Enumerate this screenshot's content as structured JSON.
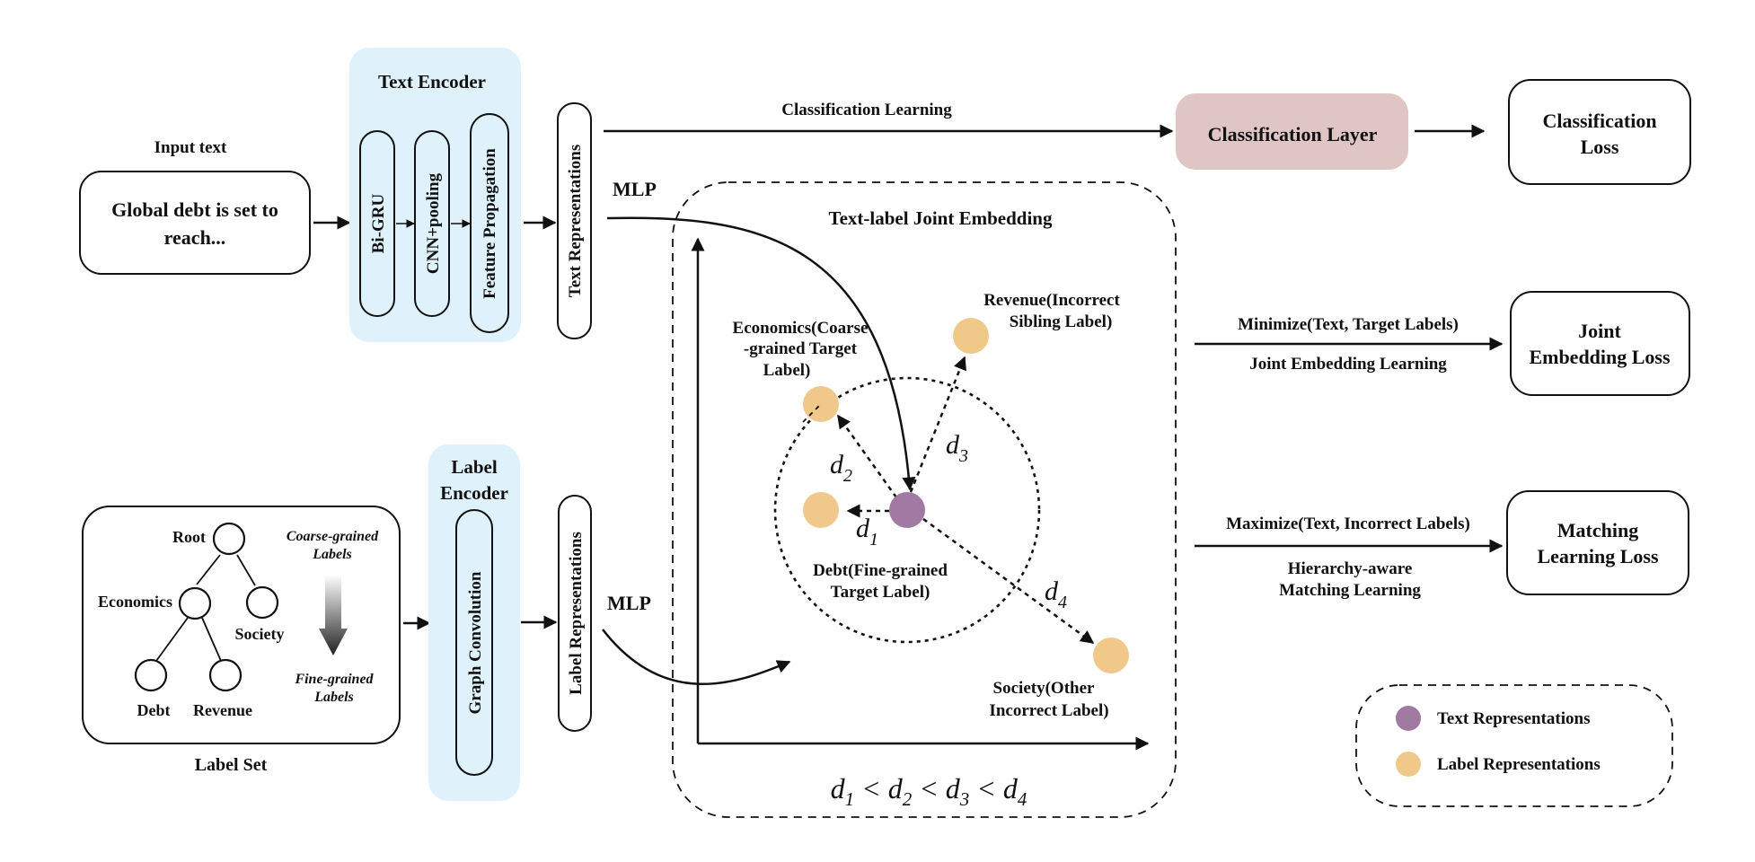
{
  "input": {
    "title": "Input text",
    "line1": "Global debt is set to",
    "line2": "reach..."
  },
  "text_encoder": {
    "title": "Text Encoder",
    "layers": [
      "Bi-GRU",
      "CNN+pooling",
      "Feature Propagation"
    ]
  },
  "text_repr": "Text Representations",
  "label_set": {
    "caption": "Label Set",
    "nodes": {
      "root": "Root",
      "economics": "Economics",
      "society": "Society",
      "debt": "Debt",
      "revenue": "Revenue"
    },
    "coarse_line1": "Coarse-grained",
    "coarse_line2": "Labels",
    "fine_line1": "Fine-grained",
    "fine_line2": "Labels"
  },
  "label_encoder": {
    "title_line1": "Label",
    "title_line2": "Encoder",
    "layer": "Graph Convolution"
  },
  "label_repr": "Label Representations",
  "mlp_top": "MLP",
  "mlp_bottom": "MLP",
  "classification": {
    "edge_label": "Classification Learning",
    "layer": "Classification Layer",
    "loss_line1": "Classification",
    "loss_line2": "Loss"
  },
  "joint_embedding": {
    "title": "Text-label Joint Embedding",
    "economics_line1": "Economics(Coarse",
    "economics_line2": "-grained Target",
    "economics_line3": "Label)",
    "revenue_line1": "Revenue(Incorrect",
    "revenue_line2": "Sibling Label)",
    "debt_line1": "Debt(Fine-grained",
    "debt_line2": "Target Label)",
    "society_line1": "Society(Other",
    "society_line2": "Incorrect Label)",
    "distances": {
      "d1": "d",
      "d2": "d",
      "d3": "d",
      "d4": "d",
      "sub1": "1",
      "sub2": "2",
      "sub3": "3",
      "sub4": "4"
    },
    "inequality": {
      "d": "d",
      "lt": " < ",
      "s1": "1",
      "s2": "2",
      "s3": "3",
      "s4": "4"
    }
  },
  "joint_loss": {
    "edge_top": "Minimize(Text, Target Labels)",
    "edge_bottom": "Joint Embedding Learning",
    "line1": "Joint",
    "line2": "Embedding Loss"
  },
  "matching_loss": {
    "edge_top": "Maximize(Text, Incorrect Labels)",
    "edge_bottom1": "Hierarchy-aware",
    "edge_bottom2": "Matching Learning",
    "line1": "Matching",
    "line2": "Learning Loss"
  },
  "legend": {
    "text": "Text Representations",
    "label": "Label Representations"
  },
  "colors": {
    "encoder_bg": "#dff2fb",
    "classification_layer": "#e0c5c5",
    "label_dot": "#f0c98a",
    "text_dot": "#a07aa2"
  }
}
